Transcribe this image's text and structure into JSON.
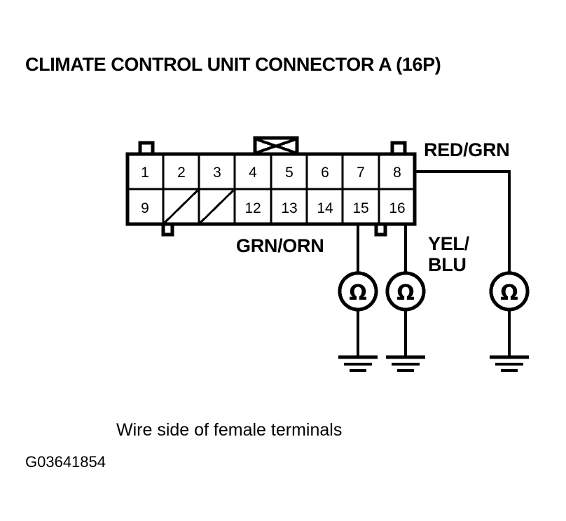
{
  "document": {
    "title": "CLIMATE CONTROL UNIT CONNECTOR A (16P)",
    "caption": "Wire side of female terminals",
    "figure_code": "G03641854",
    "background_color": "#ffffff",
    "line_color": "#000000"
  },
  "connector": {
    "name": "CLIMATE CONTROL UNIT CONNECTOR A",
    "pin_count": "16P",
    "view": "Wire side of female terminals",
    "top_row": [
      {
        "label": "1",
        "occupied": true
      },
      {
        "label": "2",
        "occupied": true
      },
      {
        "label": "3",
        "occupied": true
      },
      {
        "label": "4",
        "occupied": true
      },
      {
        "label": "5",
        "occupied": true
      },
      {
        "label": "6",
        "occupied": true
      },
      {
        "label": "7",
        "occupied": true
      },
      {
        "label": "8",
        "occupied": true
      }
    ],
    "bottom_row": [
      {
        "label": "9",
        "occupied": true
      },
      {
        "label": "",
        "occupied": false
      },
      {
        "label": "",
        "occupied": false
      },
      {
        "label": "12",
        "occupied": true
      },
      {
        "label": "13",
        "occupied": true
      },
      {
        "label": "14",
        "occupied": true
      },
      {
        "label": "15",
        "occupied": true
      },
      {
        "label": "16",
        "occupied": true
      }
    ]
  },
  "wires": [
    {
      "id": "red-grn",
      "label": "RED/GRN",
      "label_lines": [
        "RED/GRN"
      ],
      "pin": "8"
    },
    {
      "id": "grn-orn",
      "label": "GRN/ORN",
      "label_lines": [
        "GRN/ORN"
      ],
      "pin": "15"
    },
    {
      "id": "yel-blu",
      "label": "YEL/BLU",
      "label_lines": [
        "YEL/",
        "BLU"
      ],
      "pin": "16"
    }
  ],
  "meters": [
    {
      "id": "meter-1",
      "symbol": "Ω",
      "type": "ohmmeter",
      "wire": "grn-orn"
    },
    {
      "id": "meter-2",
      "symbol": "Ω",
      "type": "ohmmeter",
      "wire": "yel-blu"
    },
    {
      "id": "meter-3",
      "symbol": "Ω",
      "type": "ohmmeter",
      "wire": "red-grn"
    }
  ],
  "grounds": [
    {
      "id": "ground-1"
    },
    {
      "id": "ground-2"
    },
    {
      "id": "ground-3"
    }
  ]
}
